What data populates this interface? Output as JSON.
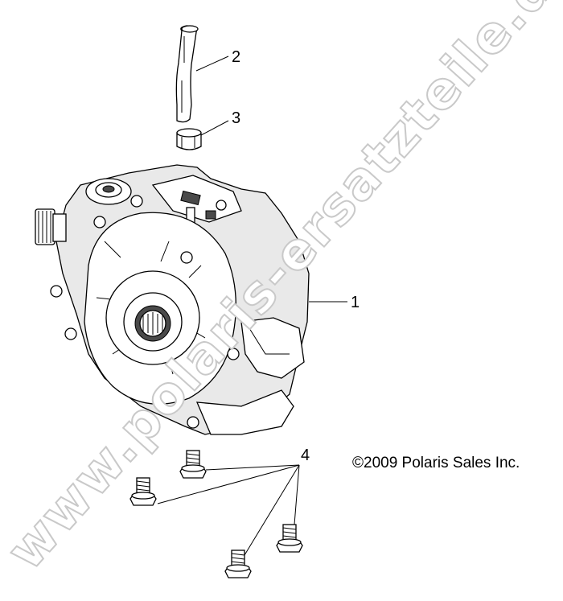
{
  "diagram": {
    "callouts": [
      {
        "id": "hose",
        "label": "2"
      },
      {
        "id": "clamp",
        "label": "3"
      },
      {
        "id": "housing",
        "label": "1"
      },
      {
        "id": "bolts",
        "label": "4"
      }
    ],
    "copyright_symbol": "©",
    "copyright_text": "2009 Polaris Sales Inc.",
    "watermark": "www.polaris-ersatzteile.de"
  },
  "colors": {
    "line": "#000000",
    "shade": "#e9e9e9",
    "watermark_outline": "#c9c9c9"
  }
}
